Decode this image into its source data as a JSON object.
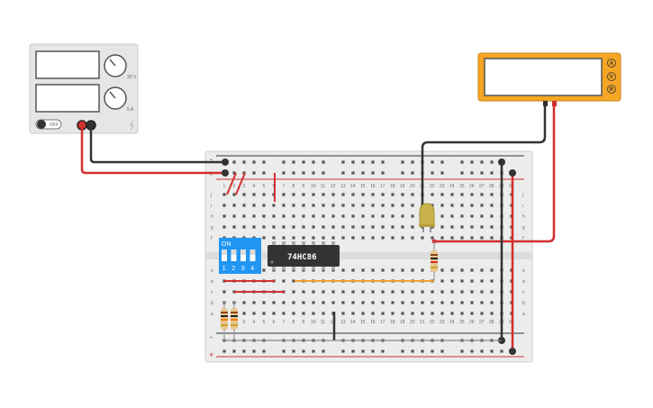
{
  "power_supply": {
    "off_label": "OFF",
    "voltage_knob_label": "30 V",
    "current_knob_label": "5 A"
  },
  "multimeter": {
    "modes": [
      "A",
      "V",
      "R"
    ]
  },
  "breadboard": {
    "rail_plus": "+",
    "rail_minus": "-",
    "row_labels_top": [
      "j",
      "i",
      "h",
      "g",
      "f"
    ],
    "row_labels_bottom": [
      "e",
      "d",
      "c",
      "b",
      "a"
    ],
    "column_count": 30
  },
  "ic": {
    "label": "74HC86"
  },
  "dip_switch": {
    "on_label": "ON",
    "positions": [
      "1",
      "2",
      "3",
      "4"
    ]
  },
  "colors": {
    "wire_red": "#d32f2f",
    "wire_black": "#333333",
    "wire_orange": "#f0a030",
    "dip_blue": "#2196f3",
    "meter_orange": "#f5a623",
    "led_yellow": "#c9b24a"
  }
}
